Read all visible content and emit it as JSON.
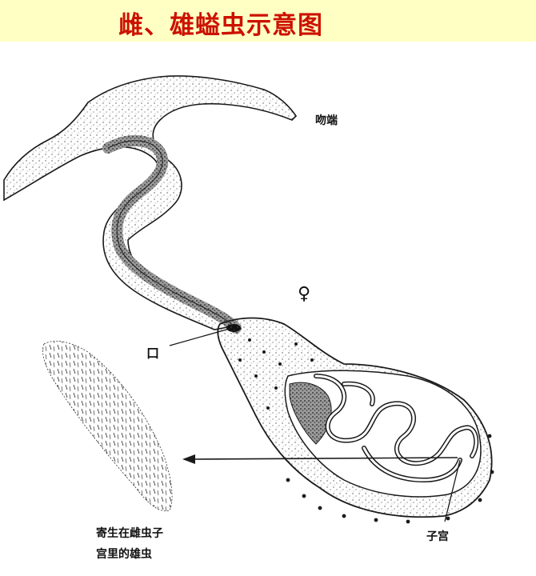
{
  "title": "雌、雄螠虫示意图",
  "labels": {
    "proboscis": "吻端",
    "female_symbol": "♀",
    "mouth": "口",
    "male_line1": "寄生在雌虫子",
    "male_line2": "宫里的雄虫",
    "uterus": "子宫"
  },
  "colors": {
    "title_bg": "#ffffc4",
    "title_text": "#cc1100",
    "ink": "#1a1a1a"
  }
}
